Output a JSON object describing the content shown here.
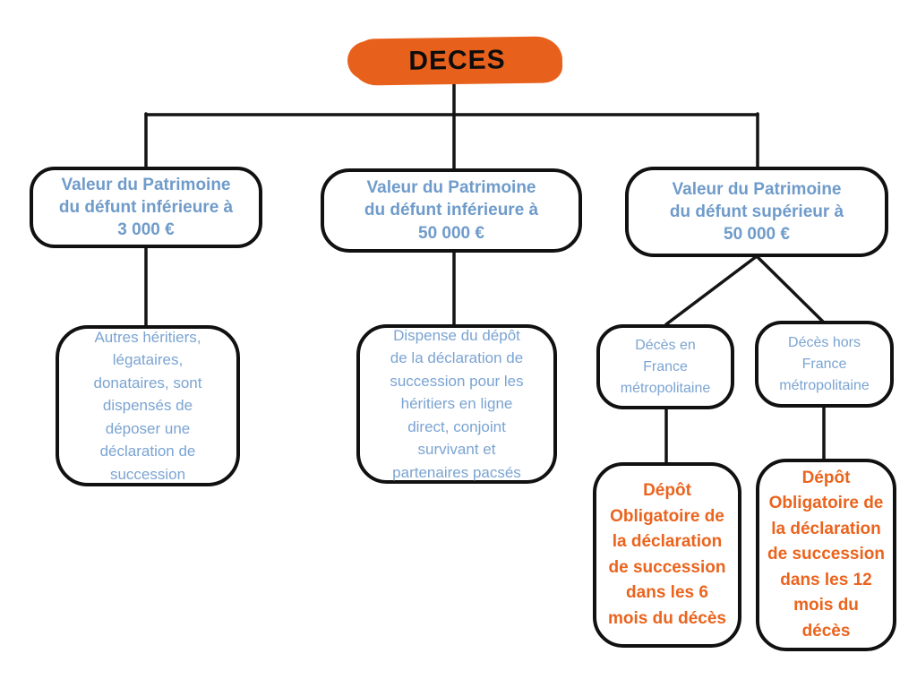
{
  "colors": {
    "accent_orange": "#E8611C",
    "text_orange": "#EA641E",
    "text_blue_bold": "#6F9BCA",
    "text_blue_regular": "#7BA4D2",
    "outline_black": "#141414",
    "background": "#FFFFFF"
  },
  "nodes": {
    "root": {
      "id": "deces",
      "label": "DECES"
    },
    "level1": [
      {
        "id": "patrimoine-inf-3000",
        "label": "Valeur du Patrimoine\ndu défunt inférieure à\n3 000 €"
      },
      {
        "id": "patrimoine-inf-50000",
        "label": "Valeur du Patrimoine\ndu défunt inférieure à\n50 000 €"
      },
      {
        "id": "patrimoine-sup-50000",
        "label": "Valeur du Patrimoine\ndu défunt supérieur à\n50 000 €"
      }
    ],
    "level2": [
      {
        "id": "dispense-autres-heritiers",
        "label": "Autres héritiers,\nlégataires,\ndonataires, sont\ndispensés de\ndéposer une\ndéclaration de\nsuccession"
      },
      {
        "id": "dispense-ligne-directe",
        "label": "Dispense du dépôt\nde la déclaration de\nsuccession pour les\nhéritiers en ligne\ndirect, conjoint\nsurvivant et\npartenaires pacsés"
      },
      {
        "id": "deces-en-france",
        "label": "Décès en\nFrance\nmétropolitaine"
      },
      {
        "id": "deces-hors-france",
        "label": "Décès hors\nFrance\nmétropolitaine"
      }
    ],
    "level3": [
      {
        "id": "depot-6-mois",
        "label": "Dépôt\nObligatoire de\nla déclaration\nde succession\ndans les 6\nmois du décès"
      },
      {
        "id": "depot-12-mois",
        "label": "Dépôt\nObligatoire de\nla déclaration\nde succession\ndans les 12\nmois du\ndécès"
      }
    ]
  },
  "edges": [
    {
      "from": "deces",
      "to": "patrimoine-inf-3000"
    },
    {
      "from": "deces",
      "to": "patrimoine-inf-50000"
    },
    {
      "from": "deces",
      "to": "patrimoine-sup-50000"
    },
    {
      "from": "patrimoine-inf-3000",
      "to": "dispense-autres-heritiers"
    },
    {
      "from": "patrimoine-inf-50000",
      "to": "dispense-ligne-directe"
    },
    {
      "from": "patrimoine-sup-50000",
      "to": "deces-en-france"
    },
    {
      "from": "patrimoine-sup-50000",
      "to": "deces-hors-france"
    },
    {
      "from": "deces-en-france",
      "to": "depot-6-mois"
    },
    {
      "from": "deces-hors-france",
      "to": "depot-12-mois"
    }
  ]
}
